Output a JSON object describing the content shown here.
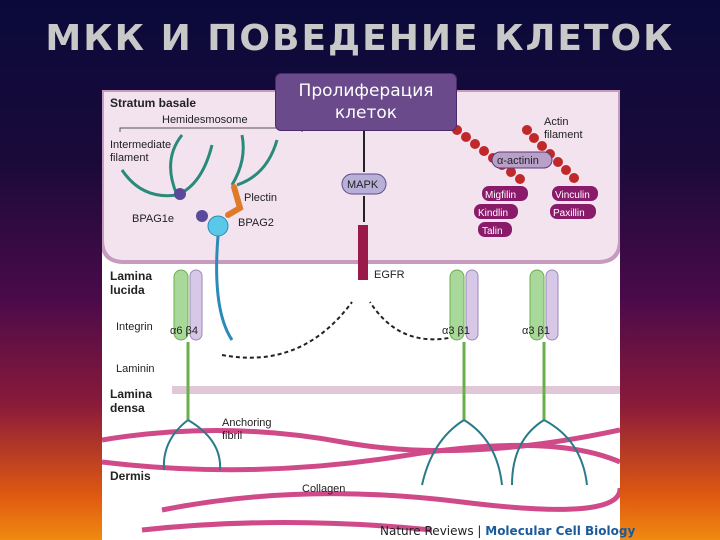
{
  "slide": {
    "title": "МКК И ПОВЕДЕНИЕ КЛЕТОК",
    "callout_line1": "Пролиферация",
    "callout_line2": "клеток"
  },
  "diagram": {
    "layers": {
      "stratum_basale": "Stratum basale",
      "lamina_lucida_1": "Lamina",
      "lamina_lucida_2": "lucida",
      "lamina_densa_1": "Lamina",
      "lamina_densa_2": "densa",
      "dermis": "Dermis"
    },
    "labels": {
      "hemidesmosome": "Hemidesmosome",
      "intermediate_filament_1": "Intermediate",
      "intermediate_filament_2": "filament",
      "plectin": "Plectin",
      "bpag1e": "BPAG1e",
      "bpag2": "BPAG2",
      "integrin": "Integrin",
      "a6b4": "α6 β4",
      "laminin": "Laminin",
      "anchoring_fibril_1": "Anchoring",
      "anchoring_fibril_2": "fibril",
      "collagen": "Collagen",
      "mapk": "MAPK",
      "egfr": "EGFR",
      "actin_filament_1": "Actin",
      "actin_filament_2": "filament",
      "alpha_actinin": "α-actinin",
      "migfilin": "Migfilin",
      "kindlin": "Kindlin",
      "talin": "Talin",
      "vinculin": "Vinculin",
      "paxillin": "Paxillin",
      "a3b1_left": "α3 β1",
      "a3b1_right": "α3 β1"
    },
    "colors": {
      "cell": "#f3e3ef",
      "membrane": "#c79ac0",
      "fibre": "#d04a8a",
      "filament": "#2a8a7a",
      "actin": "#c0282a",
      "integrin_green": "#a8d89a",
      "laminin_green": "#6ab04a"
    }
  },
  "credit": {
    "journal": "Nature Reviews",
    "section": "Molecular Cell Biology"
  }
}
